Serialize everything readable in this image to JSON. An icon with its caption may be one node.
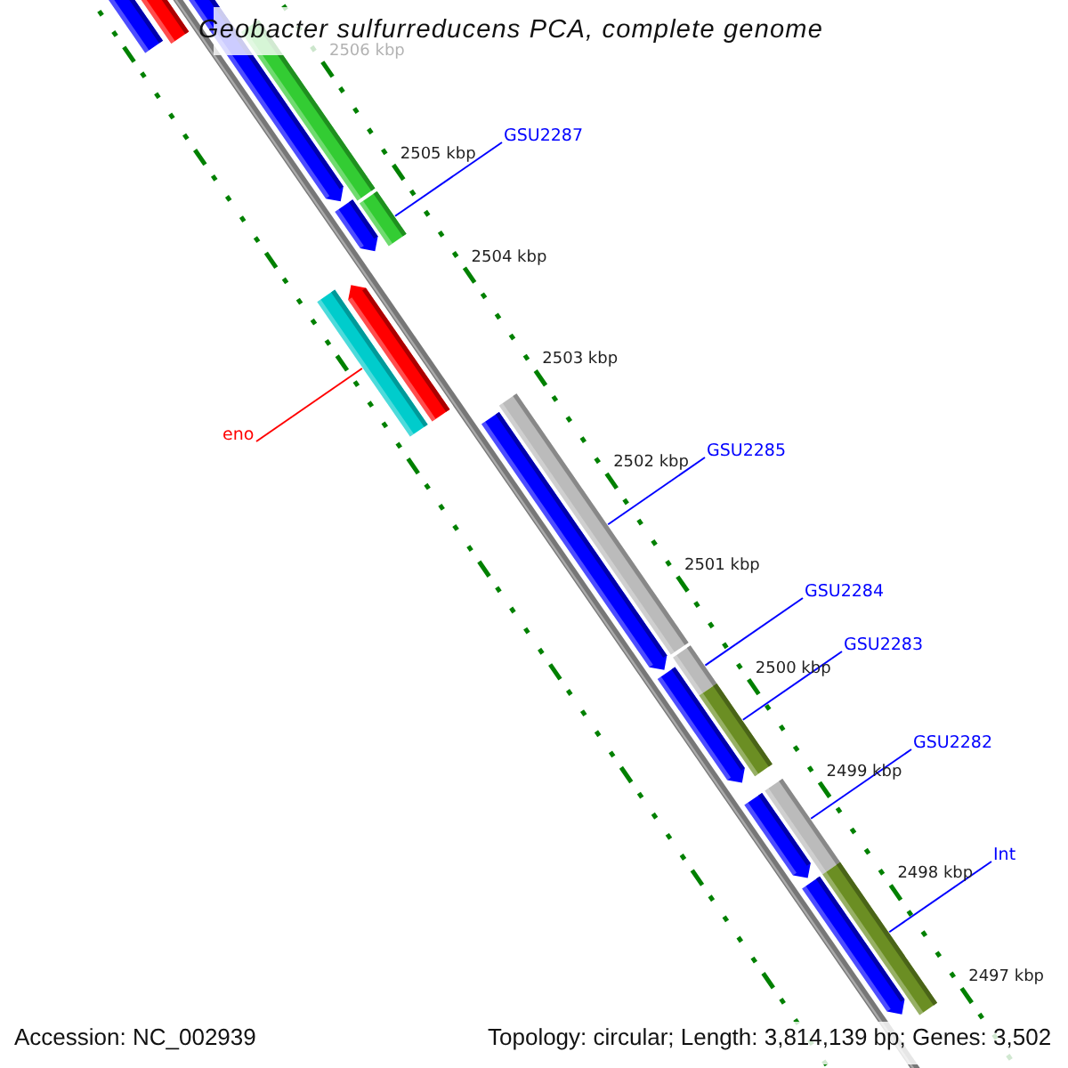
{
  "diagram": {
    "title": "Geobacter sulfurreducens PCA, complete genome",
    "nodes": [
      {
        "text": [
          "GSU2287"
        ]
      },
      {
        "text": [
          "eno"
        ]
      },
      {
        "text": [
          "GSU2285"
        ]
      },
      {
        "text": [
          "GSU2284"
        ]
      },
      {
        "text": [
          "GSU2283"
        ]
      },
      {
        "text": [
          "GSU2282"
        ]
      },
      {
        "text": [
          "Int"
        ]
      },
      {
        "text": [],
        "shape": "bar"
      },
      {
        "text": [],
        "shape": "bar"
      },
      {
        "text": [],
        "shape": "arrow"
      },
      {
        "text": [],
        "shape": "bar"
      },
      {
        "text": [],
        "shape": "arrow"
      },
      {
        "text": [],
        "shape": "bar"
      },
      {
        "text": [],
        "shape": "bar"
      },
      {
        "text": [],
        "shape": "arrow"
      },
      {
        "text": [],
        "shape": "bar"
      },
      {
        "text": [],
        "shape": "arrow"
      },
      {
        "text": [],
        "shape": "bar"
      },
      {
        "text": [],
        "shape": "arrow"
      },
      {
        "text": [],
        "shape": "bar"
      },
      {
        "text": [],
        "shape": "arrow"
      },
      {
        "text": [],
        "shape": "bar"
      },
      {
        "text": [],
        "shape": "arrow"
      },
      {
        "text": [],
        "shape": "bar"
      }
    ],
    "edges": [
      {
        "from": 0,
        "to": 12,
        "arrow": "none"
      },
      {
        "from": 1,
        "to": 13,
        "arrow": "none",
        "color": "#ff0000"
      },
      {
        "from": 2,
        "to": 15,
        "arrow": "none"
      },
      {
        "from": 3,
        "to": 17,
        "arrow": "none"
      },
      {
        "from": 4,
        "to": 19,
        "arrow": "none"
      },
      {
        "from": 5,
        "to": 21,
        "arrow": "none"
      },
      {
        "from": 6,
        "to": 23,
        "arrow": "none"
      }
    ],
    "labels": [
      "2506 kbp",
      "2505 kbp",
      "2504 kbp",
      "2503 kbp",
      "2502 kbp",
      "2501 kbp",
      "2500 kbp",
      "2499 kbp",
      "2498 kbp",
      "2497 kbp",
      "Accession: NC_002939",
      "Topology: circular; Length: 3,814,139 bp; Genes: 3,502"
    ]
  }
}
